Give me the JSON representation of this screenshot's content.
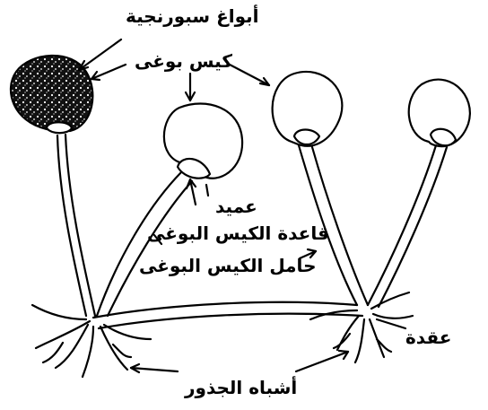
{
  "labels": {
    "sporangiospores": "أبواغ سبورنجية",
    "sporangium": "كيس بوغى",
    "columella": "عميد",
    "apophysis": "قاعدة الكيس البوغى",
    "sporangiophore": "حامل الكيس البوغى",
    "node": "عقدة",
    "rhizoids": "أشباه الجذور"
  }
}
